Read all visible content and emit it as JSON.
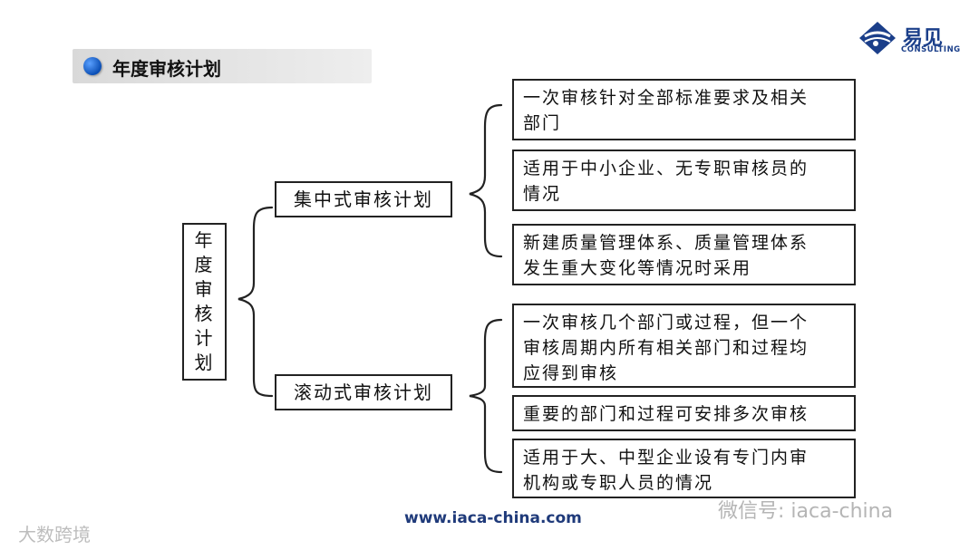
{
  "header": {
    "title": "年度审核计划"
  },
  "logo": {
    "name": "易见",
    "sub": "CONSULTING"
  },
  "root": {
    "chars": [
      "年",
      "度",
      "审",
      "核",
      "计",
      "划"
    ]
  },
  "branches": [
    {
      "label": "集中式审核计划",
      "items": [
        {
          "line1": "一次审核针对全部标准要求及相关",
          "line2": "部门",
          "line3": ""
        },
        {
          "line1": "适用于中小企业、无专职审核员的",
          "line2": "情况",
          "line3": ""
        },
        {
          "line1": "新建质量管理体系、质量管理体系",
          "line2": "发生重大变化等情况时采用",
          "line3": ""
        }
      ]
    },
    {
      "label": "滚动式审核计划",
      "items": [
        {
          "line1": "一次审核几个部门或过程，但一个",
          "line2": "审核周期内所有相关部门和过程均",
          "line3": "应得到审核"
        },
        {
          "line1": "重要的部门和过程可安排多次审核",
          "line2": "",
          "line3": ""
        },
        {
          "line1": "适用于大、中型企业设有专门内审",
          "line2": "机构或专职人员的情况",
          "line3": ""
        }
      ]
    }
  ],
  "footer": {
    "url": "www.iaca-china.com"
  },
  "watermarks": {
    "right": "微信号: iaca-china",
    "left": "大数跨境"
  }
}
